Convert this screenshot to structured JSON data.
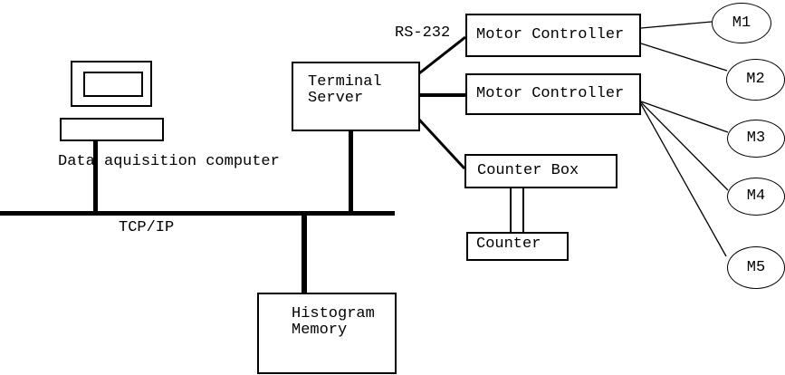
{
  "labels": {
    "computer_caption": "Data aquisition computer",
    "bus_label": "TCP/IP",
    "serial_label": "RS-232"
  },
  "boxes": {
    "terminal_server": {
      "lines": [
        "Terminal",
        "Server"
      ]
    },
    "motor_controller_1": {
      "label": "Motor Controller"
    },
    "motor_controller_2": {
      "label": "Motor Controller"
    },
    "counter_box": {
      "label": "Counter Box"
    },
    "counter": {
      "label": "Counter"
    },
    "histogram_memory": {
      "lines": [
        "Histogram",
        "Memory"
      ]
    }
  },
  "motors": [
    {
      "label": "M1"
    },
    {
      "label": "M2"
    },
    {
      "label": "M3"
    },
    {
      "label": "M4"
    },
    {
      "label": "M5"
    }
  ],
  "colors": {
    "stroke": "#000000",
    "background": "#ffffff"
  }
}
